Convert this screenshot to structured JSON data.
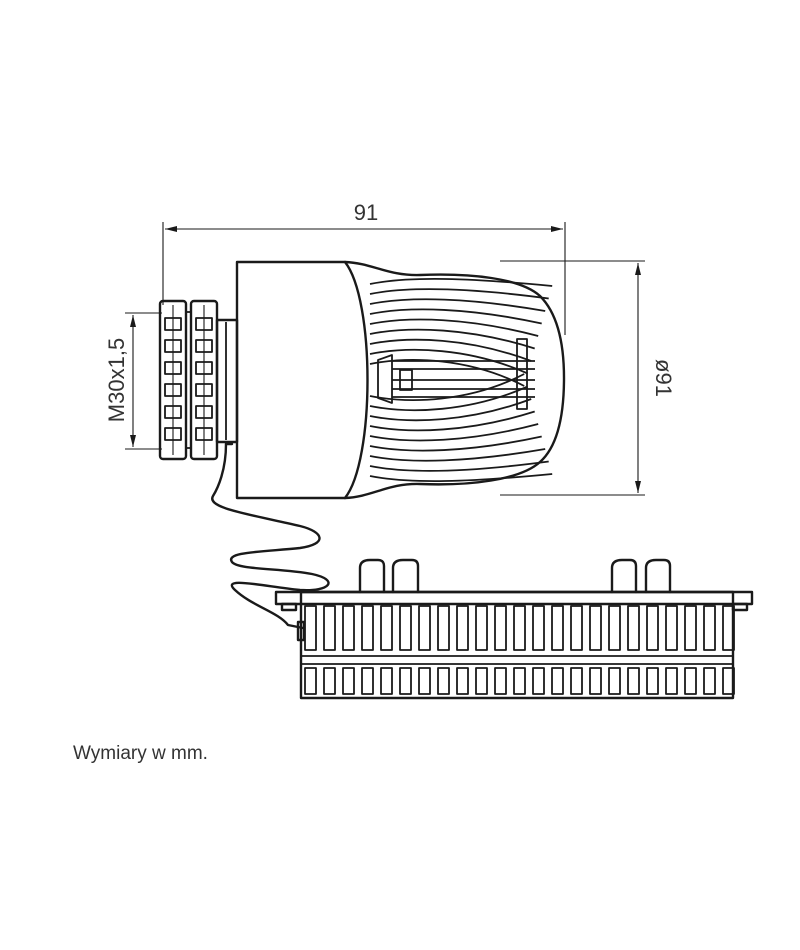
{
  "dimensions": {
    "length": "91",
    "diameter": "ø91",
    "thread": "M30x1,5"
  },
  "caption": "Wymiary w mm."
}
